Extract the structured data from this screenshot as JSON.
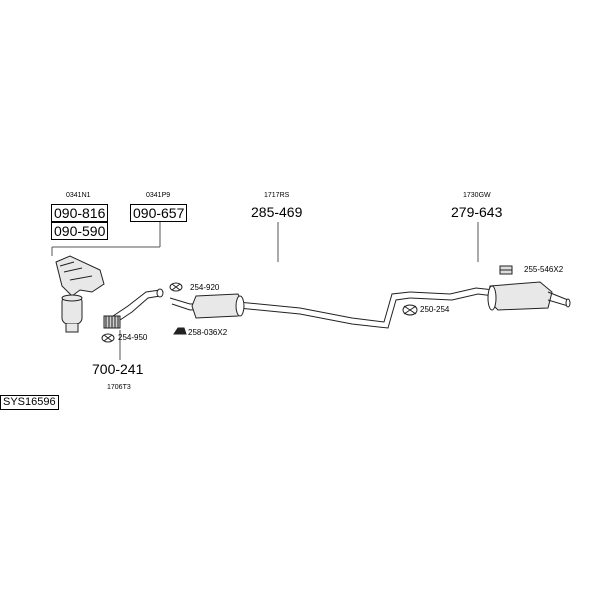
{
  "system_code": "SYS16596",
  "parts": {
    "manifold_ref": "0341N1",
    "pipe_ref": "0341P9",
    "mid_ref": "1717RS",
    "rear_ref": "1730GW",
    "front_ref": "1706T3",
    "manifold_no_1": "090-816",
    "manifold_no_2": "090-590",
    "pipe_no": "090-657",
    "mid_no": "285-469",
    "rear_no": "279-643",
    "front_no": "700-241"
  },
  "accessories": {
    "clamp_a": "254-920",
    "clamp_b": "254-950",
    "rubber_a": "258-036X2",
    "clamp_c": "250-254",
    "rubber_b": "255-546X2"
  }
}
